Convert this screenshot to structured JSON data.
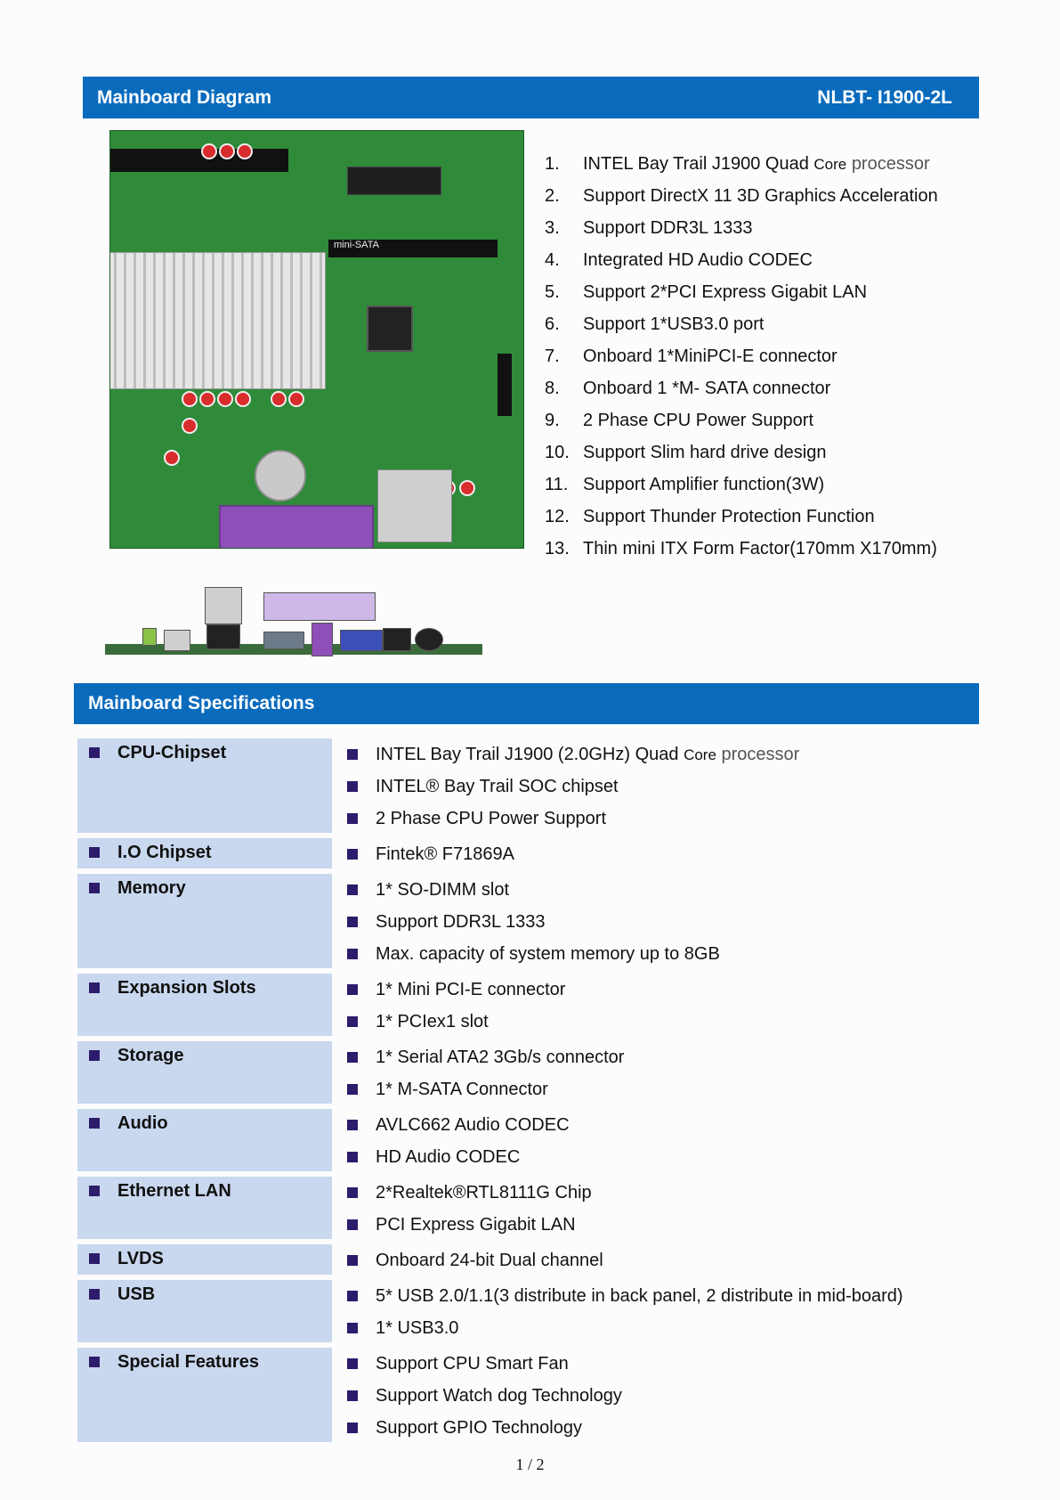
{
  "diagram_header": {
    "title": "Mainboard Diagram",
    "model": "NLBT- I1900-2L"
  },
  "features": [
    {
      "num": "1.",
      "text": "INTEL Bay Trail J1900 Quad",
      "core": "Core",
      "tail": "processor"
    },
    {
      "num": "2.",
      "text": "Support DirectX 11 3D Graphics Acceleration"
    },
    {
      "num": "3.",
      "text": "Support DDR3L 1333"
    },
    {
      "num": "4.",
      "text": "Integrated HD Audio CODEC"
    },
    {
      "num": "5.",
      "text": "Support 2*PCI Express Gigabit LAN"
    },
    {
      "num": "6.",
      "text": "Support 1*USB3.0 port"
    },
    {
      "num": "7.",
      "text": "Onboard 1*MiniPCI-E connector"
    },
    {
      "num": "8.",
      "text": "Onboard 1 *M- SATA connector"
    },
    {
      "num": "9.",
      "text": "2 Phase CPU Power Support"
    },
    {
      "num": "10.",
      "text": "Support Slim hard drive design"
    },
    {
      "num": "11.",
      "text": "Support Amplifier function(3W)"
    },
    {
      "num": "12.",
      "text": "Support Thunder Protection Function"
    },
    {
      "num": "13.",
      "text": "Thin mini ITX Form Factor(170mm X170mm)"
    }
  ],
  "board_labels": {
    "msata": "mini-SATA"
  },
  "specs_header": {
    "title": "Mainboard Specifications"
  },
  "specs": [
    {
      "label": "CPU-Chipset",
      "values": [
        {
          "text": "INTEL Bay Trail J1900 (2.0GHz) Quad",
          "core": "Core",
          "tail": "processor"
        },
        {
          "text": "INTEL® Bay Trail SOC chipset"
        },
        {
          "text": "2 Phase CPU Power Support"
        }
      ]
    },
    {
      "label": "I.O Chipset",
      "values": [
        {
          "text": "Fintek® F71869A"
        }
      ]
    },
    {
      "label": "Memory",
      "values": [
        {
          "text": "1* SO-DIMM slot"
        },
        {
          "text": "Support DDR3L 1333"
        },
        {
          "text": "Max. capacity of system memory up to 8GB"
        }
      ]
    },
    {
      "label": "Expansion Slots",
      "values": [
        {
          "text": "1* Mini PCI-E connector"
        },
        {
          "text": "1* PCIex1 slot"
        }
      ]
    },
    {
      "label": "Storage",
      "values": [
        {
          "text": "1* Serial ATA2 3Gb/s connector"
        },
        {
          "text": "1* M-SATA Connector"
        }
      ]
    },
    {
      "label": "Audio",
      "values": [
        {
          "text": "AVLC662 Audio CODEC"
        },
        {
          "text": "HD Audio CODEC"
        }
      ]
    },
    {
      "label": "Ethernet LAN",
      "values": [
        {
          "text": "2*Realtek®RTL8111G Chip"
        },
        {
          "text": "PCI Express Gigabit LAN"
        }
      ]
    },
    {
      "label": "LVDS",
      "values": [
        {
          "text": "Onboard 24-bit Dual channel"
        }
      ]
    },
    {
      "label": "USB",
      "values": [
        {
          "text": "5* USB 2.0/1.1(3 distribute in back panel, 2 distribute in mid-board)"
        },
        {
          "text": "1* USB3.0"
        }
      ]
    },
    {
      "label": "Special Features",
      "values": [
        {
          "text": "Support CPU Smart Fan"
        },
        {
          "text": "Support Watch dog Technology"
        },
        {
          "text": "Support GPIO Technology"
        }
      ]
    }
  ],
  "footer": {
    "page": "1 / 2"
  }
}
